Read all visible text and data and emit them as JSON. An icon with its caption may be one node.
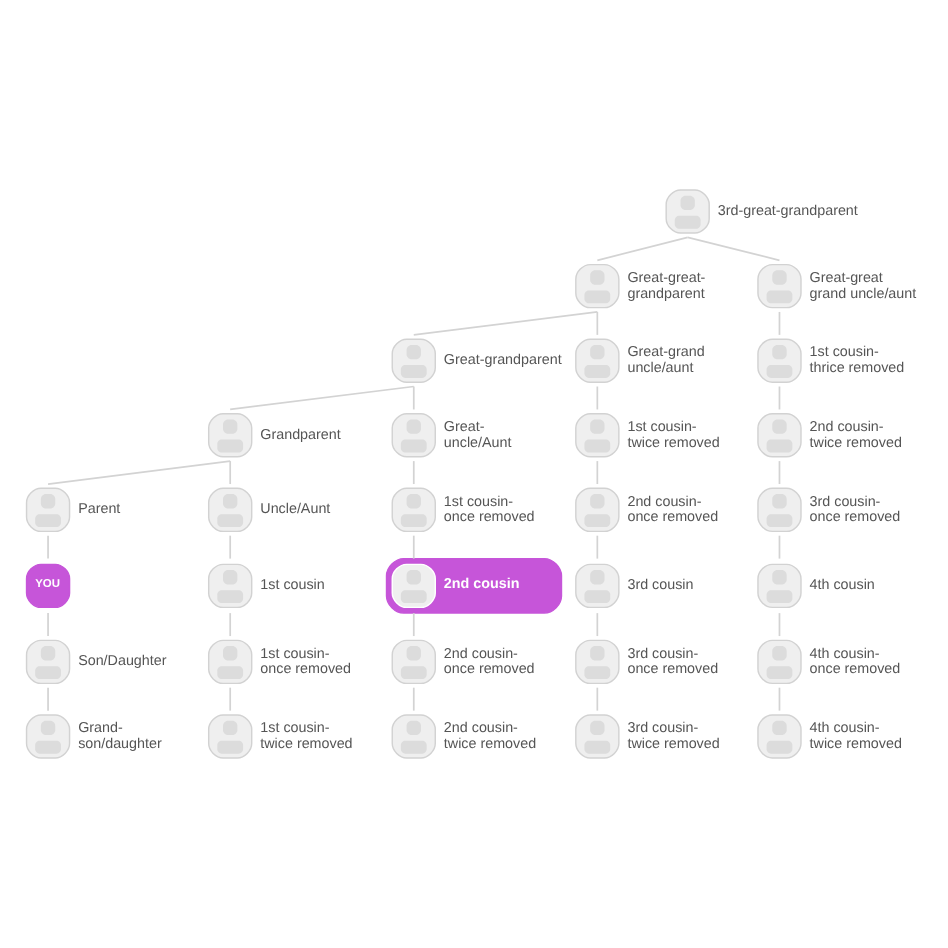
{
  "diagram": {
    "nodes": [
      {
        "text": [
          "3rd-great-grandparent"
        ]
      },
      {
        "text": [
          "Great-great- grandparent"
        ]
      },
      {
        "text": [
          "Great-great grand uncle/aunt"
        ]
      },
      {
        "text": [
          "Great-grandparent"
        ]
      },
      {
        "text": [
          "Great-grand uncle/aunt"
        ]
      },
      {
        "text": [
          "1st cousin- thrice removed"
        ]
      },
      {
        "text": [
          "Grandparent"
        ]
      },
      {
        "text": [
          "Great- uncle/Aunt"
        ]
      },
      {
        "text": [
          "1st cousin- twice removed"
        ]
      },
      {
        "text": [
          "2nd cousin- twice removed"
        ]
      },
      {
        "text": [
          "Parent"
        ]
      },
      {
        "text": [
          "Uncle/Aunt"
        ]
      },
      {
        "text": [
          "1st cousin- once removed"
        ]
      },
      {
        "text": [
          "2nd cousin- once removed"
        ]
      },
      {
        "text": [
          "3rd cousin- once removed"
        ]
      },
      {
        "text": [
          "YOU"
        ]
      },
      {
        "text": [
          "1st cousin"
        ]
      },
      {
        "text": [
          "2nd cousin"
        ]
      },
      {
        "text": [
          "3rd cousin"
        ]
      },
      {
        "text": [
          "4th cousin"
        ]
      },
      {
        "text": [
          "Son/Daughter"
        ]
      },
      {
        "text": [
          "1st cousin- once removed"
        ]
      },
      {
        "text": [
          "2nd cousin- once removed"
        ]
      },
      {
        "text": [
          "3rd cousin- once removed"
        ]
      },
      {
        "text": [
          "4th cousin- once removed"
        ]
      },
      {
        "text": [
          "Grand- son/daughter"
        ]
      },
      {
        "text": [
          "1st cousin- twice removed"
        ]
      },
      {
        "text": [
          "2nd cousin- twice removed"
        ]
      },
      {
        "text": [
          "3rd cousin- twice removed"
        ]
      },
      {
        "text": [
          "4th cousin- twice removed"
        ]
      }
    ],
    "edges": [
      {
        "from": 0,
        "to": 1,
        "arrow": "none"
      },
      {
        "from": 0,
        "to": 2,
        "arrow": "none"
      },
      {
        "from": 1,
        "to": 3,
        "arrow": "none"
      },
      {
        "from": 1,
        "to": 4,
        "arrow": "none"
      },
      {
        "from": 2,
        "to": 5,
        "arrow": "none"
      },
      {
        "from": 3,
        "to": 6,
        "arrow": "none"
      },
      {
        "from": 3,
        "to": 7,
        "arrow": "none"
      },
      {
        "from": 4,
        "to": 8,
        "arrow": "none"
      },
      {
        "from": 5,
        "to": 9,
        "arrow": "none"
      },
      {
        "from": 6,
        "to": 10,
        "arrow": "none"
      },
      {
        "from": 6,
        "to": 11,
        "arrow": "none"
      },
      {
        "from": 7,
        "to": 12,
        "arrow": "none"
      },
      {
        "from": 8,
        "to": 13,
        "arrow": "none"
      },
      {
        "from": 9,
        "to": 14,
        "arrow": "none"
      },
      {
        "from": 10,
        "to": 15,
        "arrow": "none"
      },
      {
        "from": 11,
        "to": 16,
        "arrow": "none"
      },
      {
        "from": 12,
        "to": 17,
        "arrow": "none"
      },
      {
        "from": 13,
        "to": 18,
        "arrow": "none"
      },
      {
        "from": 14,
        "to": 19,
        "arrow": "none"
      },
      {
        "from": 15,
        "to": 20,
        "arrow": "none"
      },
      {
        "from": 16,
        "to": 21,
        "arrow": "none"
      },
      {
        "from": 17,
        "to": 22,
        "arrow": "none"
      },
      {
        "from": 18,
        "to": 23,
        "arrow": "none"
      },
      {
        "from": 19,
        "to": 24,
        "arrow": "none"
      },
      {
        "from": 20,
        "to": 25,
        "arrow": "none"
      },
      {
        "from": 21,
        "to": 26,
        "arrow": "none"
      },
      {
        "from": 22,
        "to": 27,
        "arrow": "none"
      },
      {
        "from": 23,
        "to": 28,
        "arrow": "none"
      },
      {
        "from": 24,
        "to": 29,
        "arrow": "none"
      }
    ]
  }
}
